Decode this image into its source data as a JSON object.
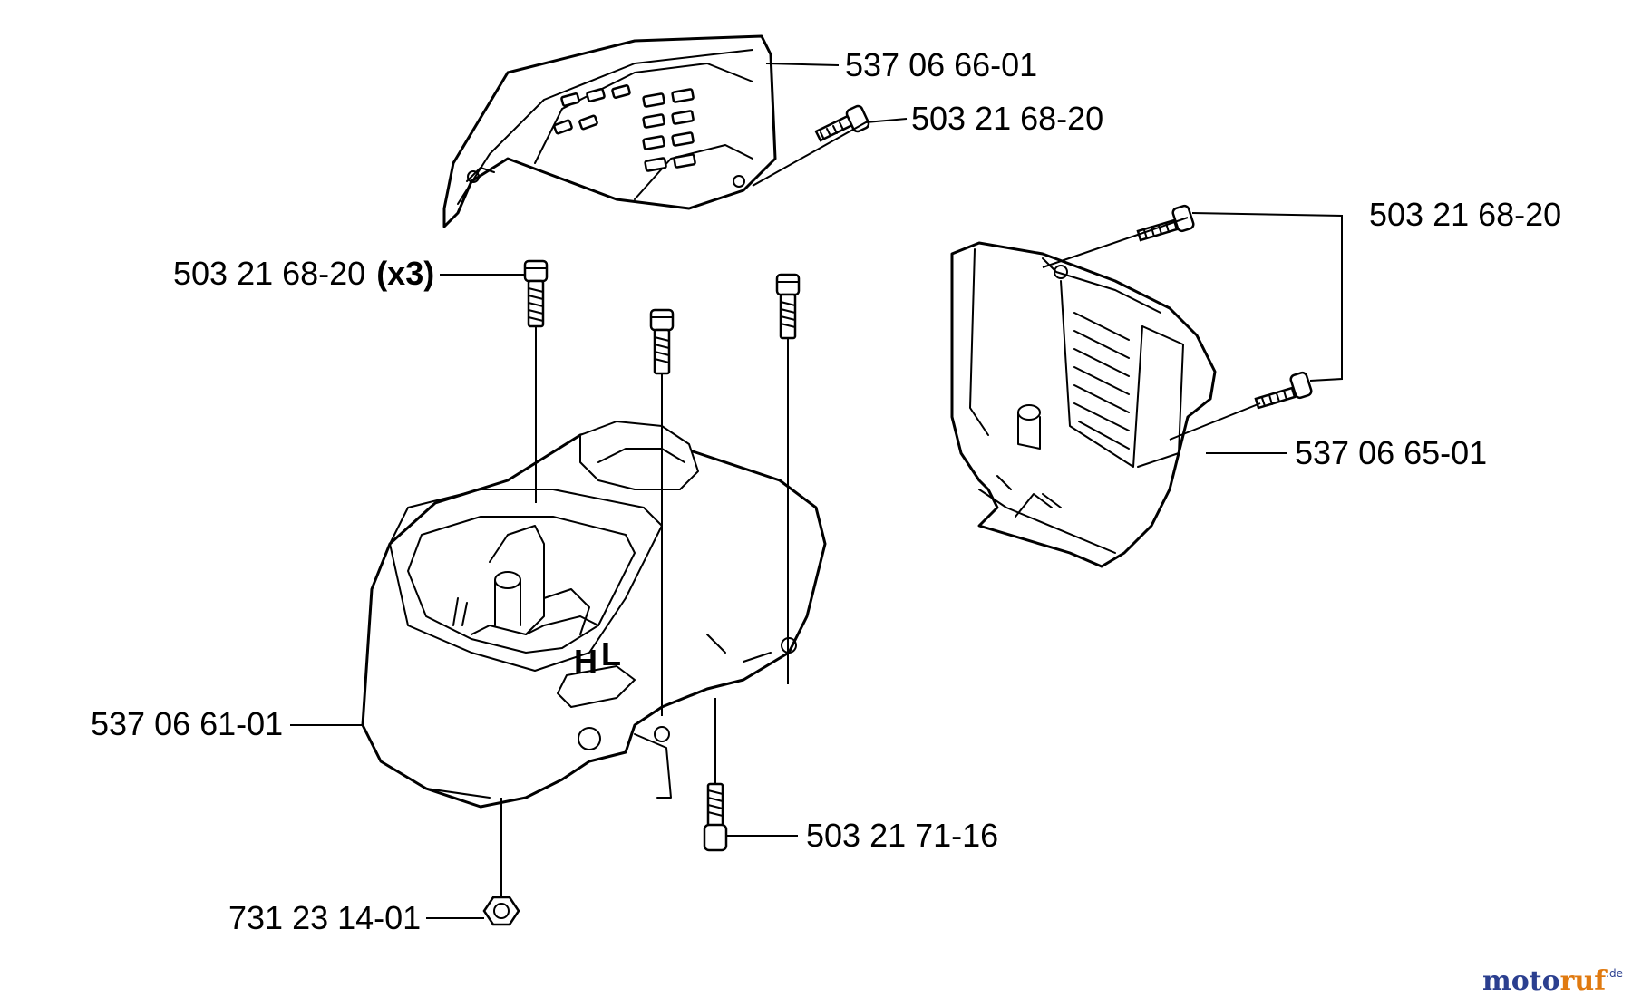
{
  "labels": {
    "top_cover": "537 06 66-01",
    "top_cover_screw": "503 21 68-20",
    "right_cover_screws": "503 21 68-20",
    "cylinder_cover_screws": "503 21 68-20",
    "cylinder_cover_screws_qty": "(x3)",
    "right_cover": "537 06 65-01",
    "cylinder_cover": "537 06 61-01",
    "bottom_screw": "503 21 71-16",
    "nut": "731 23 14-01"
  },
  "cover_markings": {
    "choke_h": "H",
    "choke_l": "L"
  },
  "brand": {
    "moto": "moto",
    "ruf": "ruf",
    "tld": ".de"
  }
}
